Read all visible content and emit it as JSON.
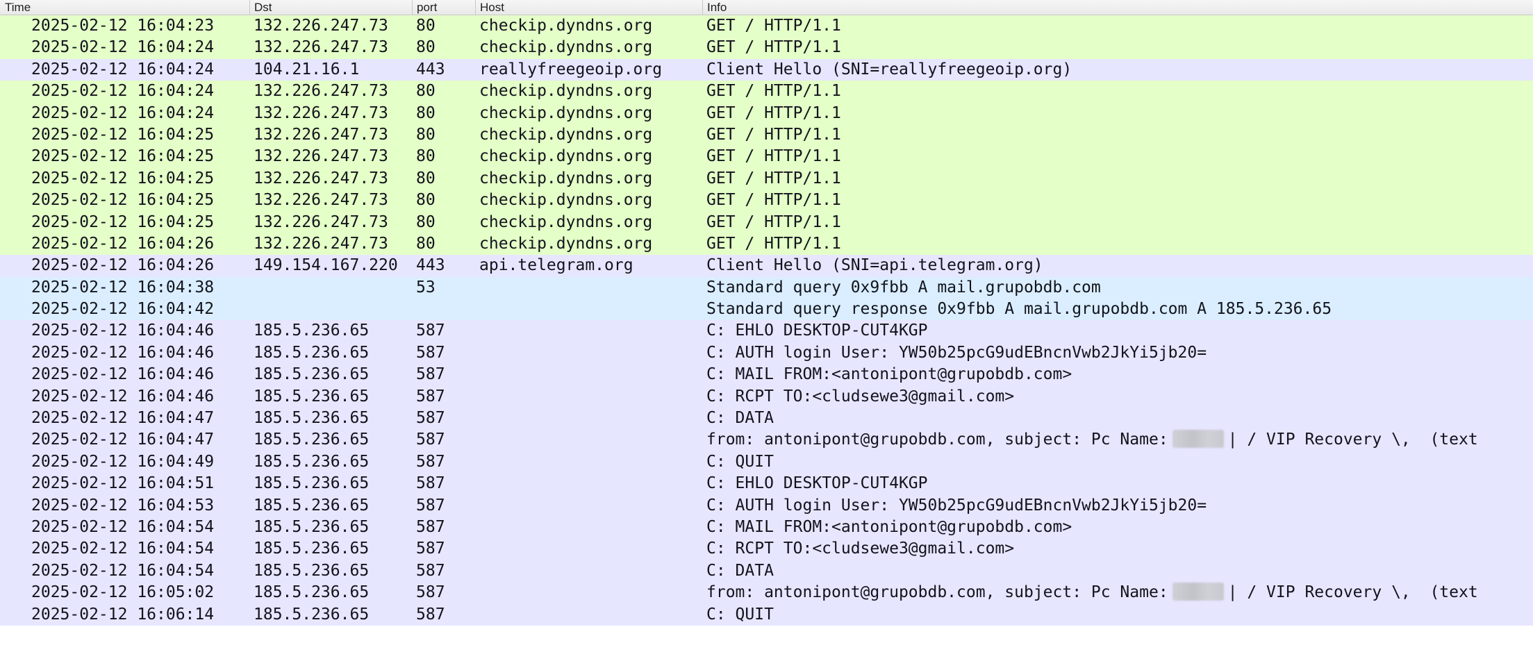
{
  "columns": {
    "time": "Time",
    "dst": "Dst",
    "port": "port",
    "host": "Host",
    "info": "Info"
  },
  "row_colors": {
    "http": "#e4ffc7",
    "tls": "#e7e6ff",
    "dns": "#daeeff",
    "smtp": "#e7e6ff"
  },
  "rows": [
    {
      "type": "http",
      "time": "2025-02-12 16:04:23",
      "dst": "132.226.247.73",
      "port": "80",
      "host": "checkip.dyndns.org",
      "info": "GET / HTTP/1.1"
    },
    {
      "type": "http",
      "time": "2025-02-12 16:04:24",
      "dst": "132.226.247.73",
      "port": "80",
      "host": "checkip.dyndns.org",
      "info": "GET / HTTP/1.1"
    },
    {
      "type": "tls",
      "time": "2025-02-12 16:04:24",
      "dst": "104.21.16.1",
      "port": "443",
      "host": "reallyfreegeoip.org",
      "info": "Client Hello (SNI=reallyfreegeoip.org)"
    },
    {
      "type": "http",
      "time": "2025-02-12 16:04:24",
      "dst": "132.226.247.73",
      "port": "80",
      "host": "checkip.dyndns.org",
      "info": "GET / HTTP/1.1"
    },
    {
      "type": "http",
      "time": "2025-02-12 16:04:24",
      "dst": "132.226.247.73",
      "port": "80",
      "host": "checkip.dyndns.org",
      "info": "GET / HTTP/1.1"
    },
    {
      "type": "http",
      "time": "2025-02-12 16:04:25",
      "dst": "132.226.247.73",
      "port": "80",
      "host": "checkip.dyndns.org",
      "info": "GET / HTTP/1.1"
    },
    {
      "type": "http",
      "time": "2025-02-12 16:04:25",
      "dst": "132.226.247.73",
      "port": "80",
      "host": "checkip.dyndns.org",
      "info": "GET / HTTP/1.1"
    },
    {
      "type": "http",
      "time": "2025-02-12 16:04:25",
      "dst": "132.226.247.73",
      "port": "80",
      "host": "checkip.dyndns.org",
      "info": "GET / HTTP/1.1"
    },
    {
      "type": "http",
      "time": "2025-02-12 16:04:25",
      "dst": "132.226.247.73",
      "port": "80",
      "host": "checkip.dyndns.org",
      "info": "GET / HTTP/1.1"
    },
    {
      "type": "http",
      "time": "2025-02-12 16:04:25",
      "dst": "132.226.247.73",
      "port": "80",
      "host": "checkip.dyndns.org",
      "info": "GET / HTTP/1.1"
    },
    {
      "type": "http",
      "time": "2025-02-12 16:04:26",
      "dst": "132.226.247.73",
      "port": "80",
      "host": "checkip.dyndns.org",
      "info": "GET / HTTP/1.1"
    },
    {
      "type": "tls",
      "time": "2025-02-12 16:04:26",
      "dst": "149.154.167.220",
      "port": "443",
      "host": "api.telegram.org",
      "info": "Client Hello (SNI=api.telegram.org)"
    },
    {
      "type": "dns",
      "time": "2025-02-12 16:04:38",
      "dst": "",
      "port": "53",
      "host": "",
      "info": "Standard query 0x9fbb A mail.grupobdb.com"
    },
    {
      "type": "dns",
      "time": "2025-02-12 16:04:42",
      "dst": "",
      "port": "",
      "host": "",
      "info": "Standard query response 0x9fbb A mail.grupobdb.com A 185.5.236.65"
    },
    {
      "type": "smtp",
      "time": "2025-02-12 16:04:46",
      "dst": "185.5.236.65",
      "port": "587",
      "host": "",
      "info": "C: EHLO DESKTOP-CUT4KGP"
    },
    {
      "type": "smtp",
      "time": "2025-02-12 16:04:46",
      "dst": "185.5.236.65",
      "port": "587",
      "host": "",
      "info": "C: AUTH login User: YW50b25pcG9udEBncnVwb2JkYi5jb20="
    },
    {
      "type": "smtp",
      "time": "2025-02-12 16:04:46",
      "dst": "185.5.236.65",
      "port": "587",
      "host": "",
      "info": "C: MAIL FROM:<antonipont@grupobdb.com>"
    },
    {
      "type": "smtp",
      "time": "2025-02-12 16:04:46",
      "dst": "185.5.236.65",
      "port": "587",
      "host": "",
      "info": "C: RCPT TO:<cludsewe3@gmail.com>"
    },
    {
      "type": "smtp",
      "time": "2025-02-12 16:04:47",
      "dst": "185.5.236.65",
      "port": "587",
      "host": "",
      "info": "C: DATA"
    },
    {
      "type": "smtp",
      "time": "2025-02-12 16:04:47",
      "dst": "185.5.236.65",
      "port": "587",
      "host": "",
      "info": "from: antonipont@grupobdb.com, subject: Pc Name:",
      "redacted": true,
      "info_tail": "| / VIP Recovery \\,  (text"
    },
    {
      "type": "smtp",
      "time": "2025-02-12 16:04:49",
      "dst": "185.5.236.65",
      "port": "587",
      "host": "",
      "info": "C: QUIT"
    },
    {
      "type": "smtp",
      "time": "2025-02-12 16:04:51",
      "dst": "185.5.236.65",
      "port": "587",
      "host": "",
      "info": "C: EHLO DESKTOP-CUT4KGP"
    },
    {
      "type": "smtp",
      "time": "2025-02-12 16:04:53",
      "dst": "185.5.236.65",
      "port": "587",
      "host": "",
      "info": "C: AUTH login User: YW50b25pcG9udEBncnVwb2JkYi5jb20="
    },
    {
      "type": "smtp",
      "time": "2025-02-12 16:04:54",
      "dst": "185.5.236.65",
      "port": "587",
      "host": "",
      "info": "C: MAIL FROM:<antonipont@grupobdb.com>"
    },
    {
      "type": "smtp",
      "time": "2025-02-12 16:04:54",
      "dst": "185.5.236.65",
      "port": "587",
      "host": "",
      "info": "C: RCPT TO:<cludsewe3@gmail.com>"
    },
    {
      "type": "smtp",
      "time": "2025-02-12 16:04:54",
      "dst": "185.5.236.65",
      "port": "587",
      "host": "",
      "info": "C: DATA"
    },
    {
      "type": "smtp",
      "time": "2025-02-12 16:05:02",
      "dst": "185.5.236.65",
      "port": "587",
      "host": "",
      "info": "from: antonipont@grupobdb.com, subject: Pc Name:",
      "redacted": true,
      "info_tail": "| / VIP Recovery \\,  (text"
    },
    {
      "type": "smtp",
      "time": "2025-02-12 16:06:14",
      "dst": "185.5.236.65",
      "port": "587",
      "host": "",
      "info": "C: QUIT"
    }
  ]
}
